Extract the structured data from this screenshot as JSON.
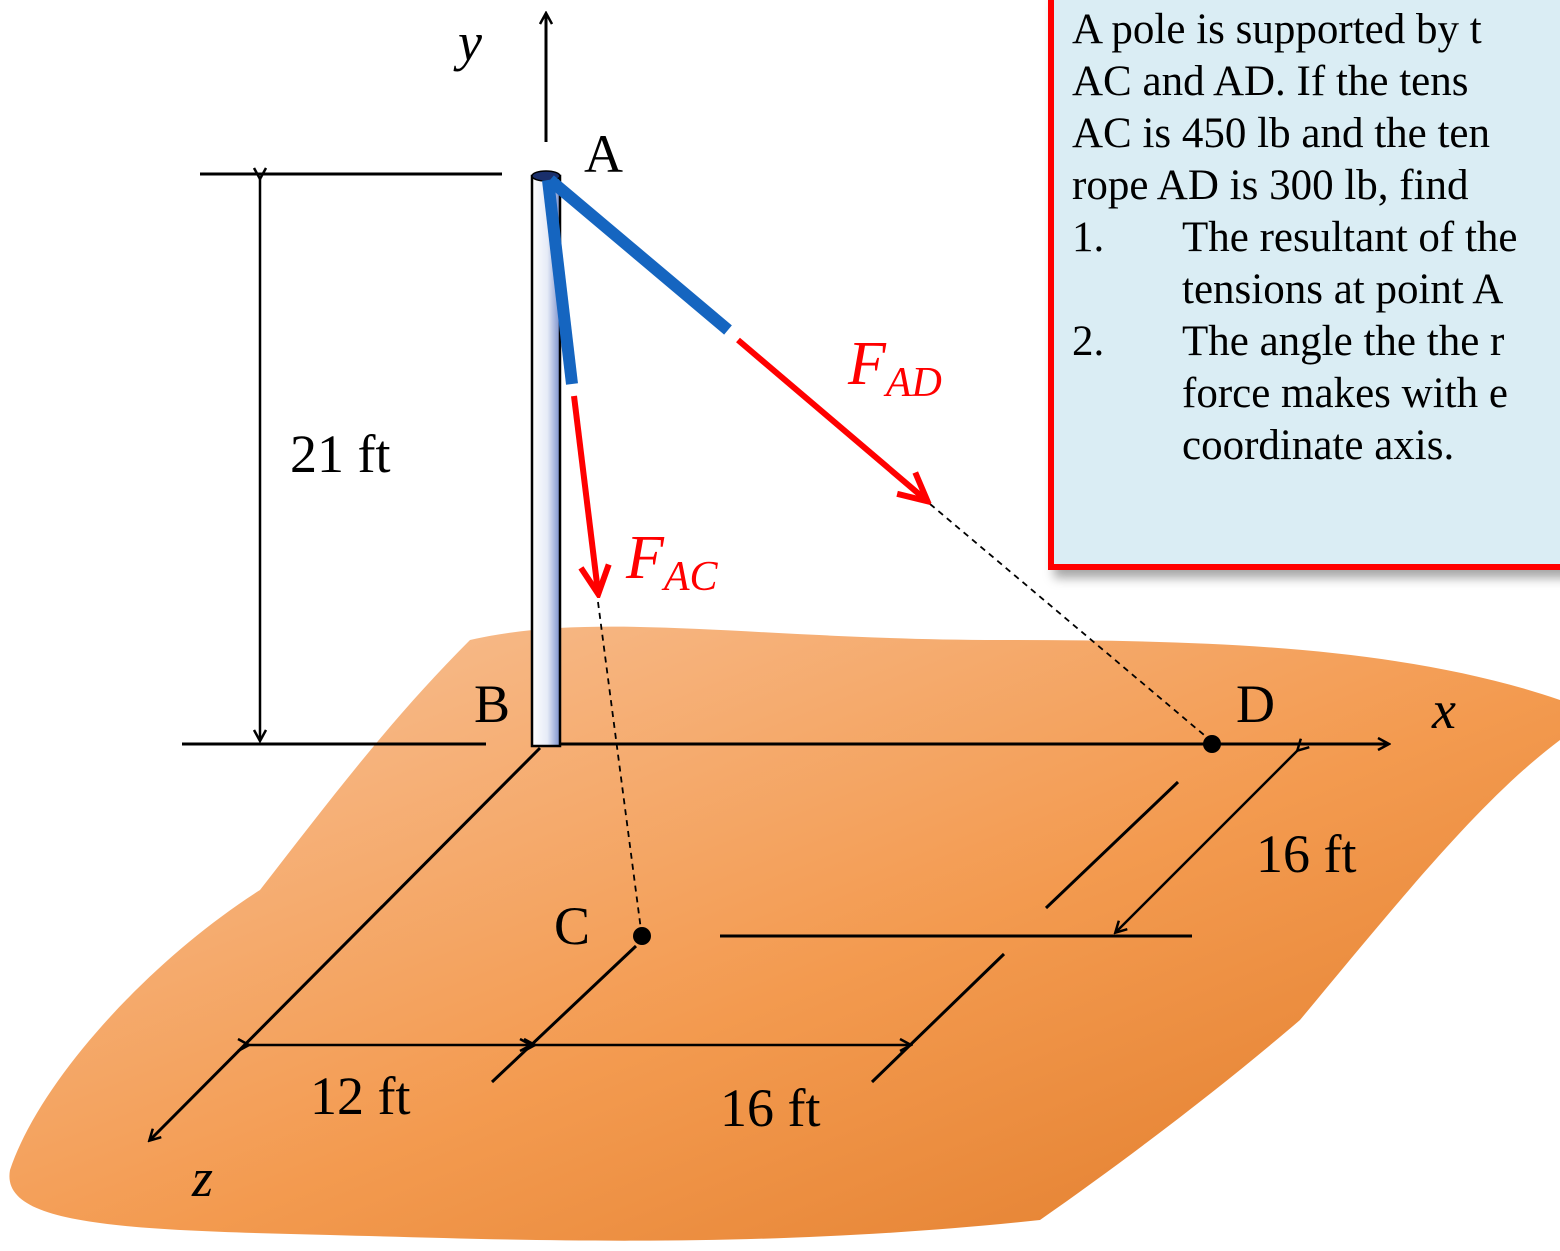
{
  "figure": {
    "axes": {
      "y": "y",
      "x": "x",
      "z": "z"
    },
    "points": {
      "A": "A",
      "B": "B",
      "C": "C",
      "D": "D"
    },
    "forces": {
      "ac": {
        "main": "F",
        "sub": "AC"
      },
      "ad": {
        "main": "F",
        "sub": "AD"
      }
    },
    "dimensions": {
      "height": "21 ft",
      "ground_x_c": "12 ft",
      "ground_x_cd": "16 ft",
      "ground_z_d": "16 ft"
    },
    "colors": {
      "rope": "#1565c0",
      "force": "#ff0000",
      "ground": "#f39a4f",
      "panel": "#daedf4"
    }
  },
  "problem": {
    "intro": [
      "A pole is supported by t",
      "AC and AD.  If the tens",
      "AC is 450 lb and the ten",
      "rope AD is 300 lb, find"
    ],
    "items": [
      {
        "num": "1.",
        "lines": [
          "The resultant of the",
          "tensions at point A"
        ]
      },
      {
        "num": "2.",
        "lines": [
          "The angle the the r",
          "force makes with e",
          "coordinate axis."
        ]
      }
    ]
  }
}
